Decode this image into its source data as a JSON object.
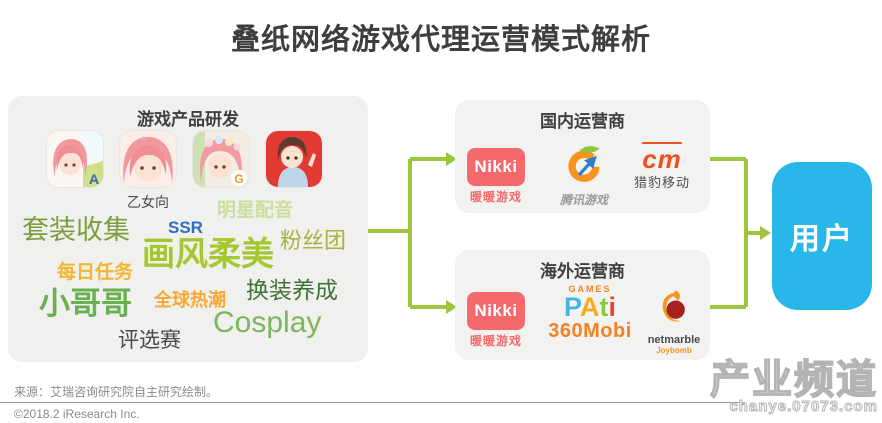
{
  "title": "叠纸网络游戏代理运营模式解析",
  "colors": {
    "arrow_green": "#9dc63e",
    "user_box_bg": "#29b6e8",
    "nikki_red": "#f5696c",
    "tencent_gray": "#9a9a9a",
    "cm_orange": "#f04e23",
    "mobi_orange": "#f58220",
    "netmarble_orange": "#f7941d",
    "pale_green_label": "#cbdf9d",
    "dark_text": "#3e3e3e"
  },
  "rnd_box": {
    "header": "游戏产品研发",
    "app_icons": [
      {
        "name": "anime-girl-app-icon-1",
        "badge": "A"
      },
      {
        "name": "anime-girl-app-icon-2",
        "badge": ""
      },
      {
        "name": "anime-girl-app-icon-3",
        "badge": "G"
      },
      {
        "name": "anime-guy-app-icon-4",
        "badge": ""
      }
    ],
    "icon_labels": [
      {
        "text": "乙女向",
        "color": "#4a4a4a"
      },
      {
        "text": "明星配音",
        "color": "#cbdf9d"
      }
    ],
    "word_cloud": [
      {
        "text": "套装收集",
        "color": "#7d9d40"
      },
      {
        "text": "SSR",
        "color": "#2a6fc0"
      },
      {
        "text": "画风柔美",
        "color": "#a5c72f"
      },
      {
        "text": "粉丝团",
        "color": "#a9b23c"
      },
      {
        "text": "每日任务",
        "color": "#f2b632"
      },
      {
        "text": "换装养成",
        "color": "#3f7436"
      },
      {
        "text": "小哥哥",
        "color": "#68b14e"
      },
      {
        "text": "全球热潮",
        "color": "#f5a832"
      },
      {
        "text": "Cosplay",
        "color": "#7bb65a"
      },
      {
        "text": "评选赛",
        "color": "#4a4a4a"
      }
    ]
  },
  "domestic_box": {
    "header": "国内运营商",
    "logos": [
      {
        "name": "nikki-logo",
        "text": "Nikki",
        "caption": "暖暖游戏"
      },
      {
        "name": "tencent-games-logo",
        "caption": "腾讯游戏"
      },
      {
        "name": "cheetah-mobile-logo",
        "text": "cm",
        "caption": "猎豹移动"
      }
    ]
  },
  "overseas_box": {
    "header": "海外运营商",
    "logos": [
      {
        "name": "nikki-logo",
        "text": "Nikki",
        "caption": "暖暖游戏"
      },
      {
        "name": "pati-games-logo",
        "top": "GAMES",
        "caption": "360Mobi",
        "letters": [
          {
            "ch": "P",
            "color": "#45b5e5"
          },
          {
            "ch": "A",
            "color": "#f7a823"
          },
          {
            "ch": "t",
            "color": "#8cc63f"
          },
          {
            "ch": "i",
            "color": "#ef4130"
          }
        ]
      },
      {
        "name": "netmarble-logo",
        "caption": "netmarble",
        "sub": "Joybomb"
      }
    ]
  },
  "user_box": {
    "label": "用户"
  },
  "footer": {
    "source": "来源：艾瑞咨询研究院自主研究绘制。",
    "copyright": "©2018.2 iResearch Inc."
  },
  "watermark": {
    "line1": "产业频道",
    "line2": "chanye.07073.com"
  }
}
